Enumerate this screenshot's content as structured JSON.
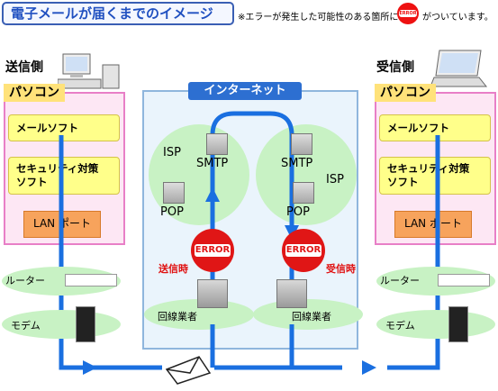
{
  "title": "電子メールが届くまでのイメージ",
  "note": {
    "before": "※エラーが発生した可能性のある箇所に",
    "icon_text": "ERROR",
    "after": "がついています。"
  },
  "sender": {
    "heading": "送信側",
    "pc_label": "パソコン",
    "mail_software": "メールソフト",
    "security_line1": "セキュリティ対策",
    "security_line2": "ソフト",
    "lan_port": "LAN ポート",
    "router": "ルーター",
    "modem": "モデム"
  },
  "receiver": {
    "heading": "受信側",
    "pc_label": "パソコン",
    "mail_software": "メールソフト",
    "security_line1": "セキュリティ対策",
    "security_line2": "ソフト",
    "lan_port": "LAN ポート",
    "router": "ルーター",
    "modem": "モデム"
  },
  "internet": {
    "label": "インターネット",
    "left_isp": {
      "isp": "ISP",
      "smtp": "SMTP",
      "pop": "POP"
    },
    "right_isp": {
      "isp": "ISP",
      "smtp": "SMTP",
      "pop": "POP"
    },
    "error_text": "ERROR",
    "send_time": "送信時",
    "receive_time": "受信時",
    "line_provider": "回線業者"
  },
  "colors": {
    "flow_line": "#1a6fe0",
    "error_red": "#e01616",
    "pc_bg": "#fde7f4",
    "pc_border": "#e87fc7",
    "software_bg": "#ffff8a",
    "lan_bg": "#f7a35c",
    "isp_bg": "#c8f2c4",
    "internet_bg": "#eaf4fc"
  }
}
